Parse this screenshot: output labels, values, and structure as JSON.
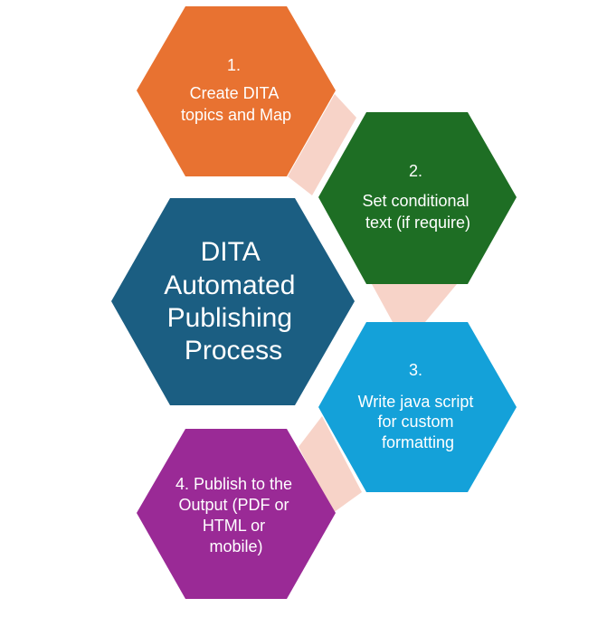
{
  "center": {
    "lines": [
      "DITA",
      "Automated",
      "Publishing",
      "Process"
    ],
    "color": "#1b5e82"
  },
  "steps": [
    {
      "lines": [
        "1.",
        "Create DITA",
        "topics and Map"
      ],
      "color": "#e87231"
    },
    {
      "lines": [
        "2.",
        "Set conditional",
        "text (if require)"
      ],
      "color": "#1e6e24"
    },
    {
      "lines": [
        "3.",
        "Write java script",
        "for custom",
        "formatting"
      ],
      "color": "#14a1d9"
    },
    {
      "lines": [
        "4. Publish to the",
        "Output (PDF or",
        "HTML or",
        "mobile)"
      ],
      "color": "#9a2a96"
    }
  ],
  "connector_color": "#f7d3c8"
}
